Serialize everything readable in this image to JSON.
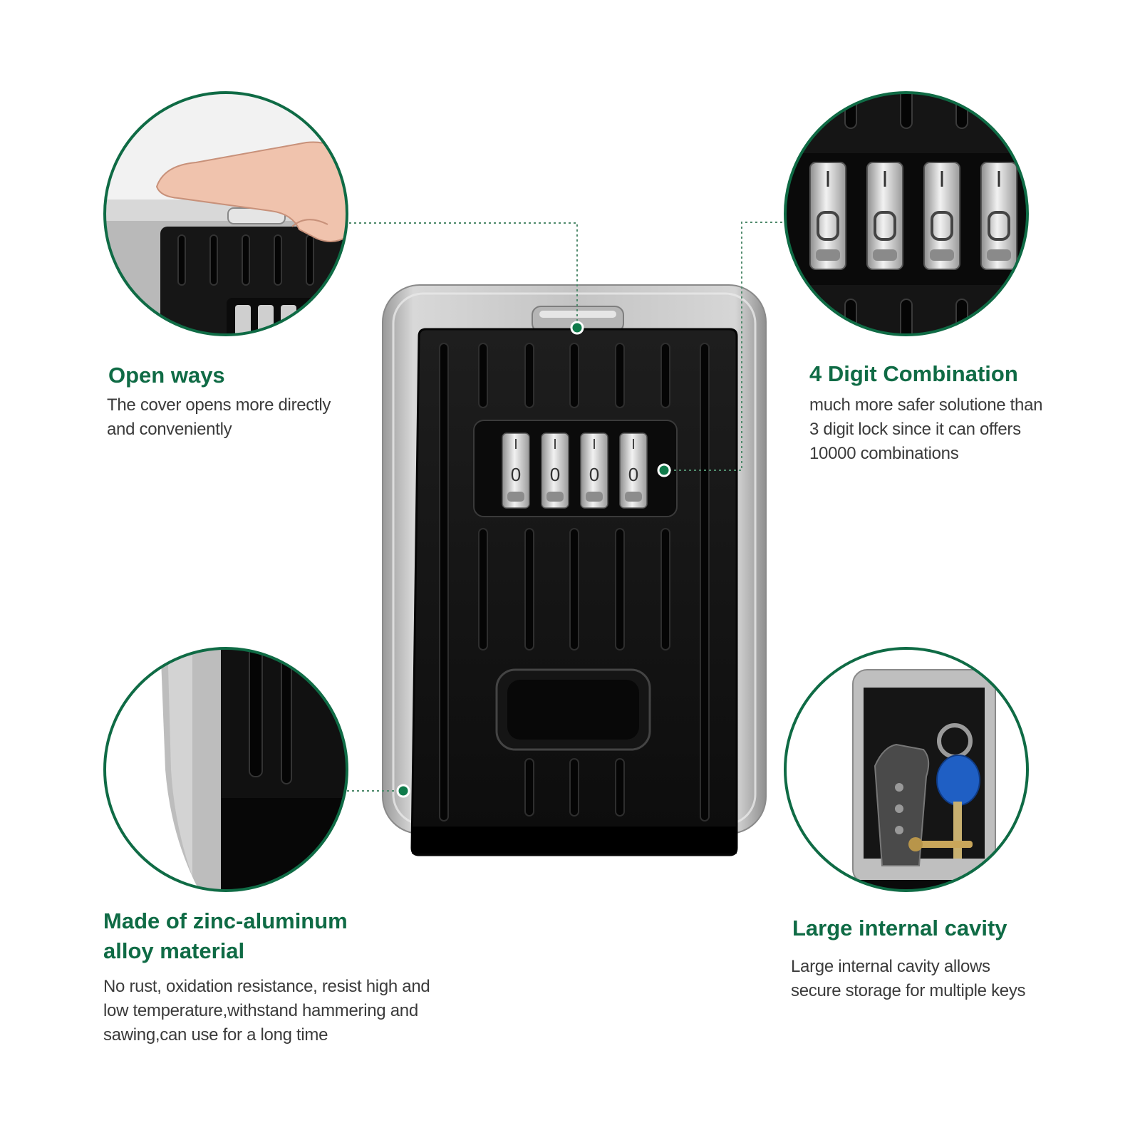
{
  "colors": {
    "accent_green": "#0f6b45",
    "body_text": "#3b3b3b",
    "lockbox_black": "#141414",
    "lockbox_silver": "#c9c9c9"
  },
  "features": {
    "open_ways": {
      "title": "Open ways",
      "lines": [
        "The cover opens more directly",
        "and conveniently"
      ]
    },
    "combination": {
      "title": "4 Digit Combination",
      "lines": [
        "much more safer solutione than",
        "3 digit lock since  it can offers",
        "10000 combinations"
      ]
    },
    "material": {
      "title_lines": [
        "Made of zinc-aluminum",
        "alloy material"
      ],
      "lines": [
        "No rust, oxidation resistance, resist high and",
        "low temperature,withstand hammering and",
        "sawing,can use for a long time"
      ]
    },
    "cavity": {
      "title": "Large internal cavity",
      "lines": [
        "Large internal cavity allows",
        "secure storage for multiple  keys"
      ]
    }
  },
  "dials": {
    "digits": [
      "0",
      "0",
      "0",
      "0"
    ]
  }
}
